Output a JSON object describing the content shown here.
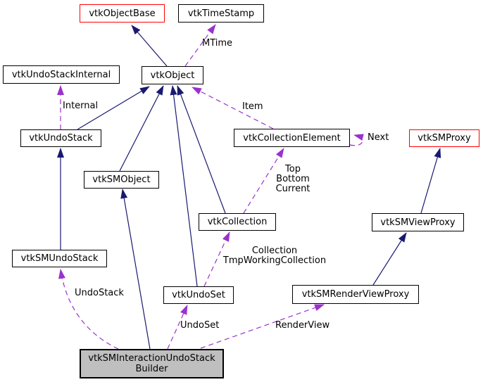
{
  "diagram": {
    "kind": "class-collaboration-graph",
    "focus_class": "vtkSMInteractionUndoStackBuilder"
  },
  "colors": {
    "inheritance_edge": "#191970",
    "usage_edge": "#9a32cd",
    "node_border": "#000000",
    "external_node_border": "#ff0000",
    "node_fill": "#ffffff",
    "focus_node_fill": "#bfbfbf"
  },
  "nodes": [
    {
      "id": "vtkObjectBase",
      "label": "vtkObjectBase",
      "style": "external"
    },
    {
      "id": "vtkTimeStamp",
      "label": "vtkTimeStamp",
      "style": "normal"
    },
    {
      "id": "vtkUndoStackInternal",
      "label": "vtkUndoStackInternal",
      "style": "normal"
    },
    {
      "id": "vtkObject",
      "label": "vtkObject",
      "style": "normal"
    },
    {
      "id": "vtkUndoStack",
      "label": "vtkUndoStack",
      "style": "normal"
    },
    {
      "id": "vtkCollectionElement",
      "label": "vtkCollectionElement",
      "style": "normal"
    },
    {
      "id": "vtkSMProxy",
      "label": "vtkSMProxy",
      "style": "external"
    },
    {
      "id": "vtkSMObject",
      "label": "vtkSMObject",
      "style": "normal"
    },
    {
      "id": "vtkCollection",
      "label": "vtkCollection",
      "style": "normal"
    },
    {
      "id": "vtkSMViewProxy",
      "label": "vtkSMViewProxy",
      "style": "normal"
    },
    {
      "id": "vtkSMUndoStack",
      "label": "vtkSMUndoStack",
      "style": "normal"
    },
    {
      "id": "vtkUndoSet",
      "label": "vtkUndoSet",
      "style": "normal"
    },
    {
      "id": "vtkSMRenderViewProxy",
      "label": "vtkSMRenderViewProxy",
      "style": "normal"
    },
    {
      "id": "vtkSMInteractionUndoStackBuilder",
      "label": "vtkSMInteractionUndoStack\nBuilder",
      "style": "focus"
    }
  ],
  "edges": [
    {
      "from": "vtkObject",
      "to": "vtkObjectBase",
      "relation": "inheritance",
      "label": ""
    },
    {
      "from": "vtkObject",
      "to": "vtkTimeStamp",
      "relation": "usage",
      "label": "MTime"
    },
    {
      "from": "vtkUndoStack",
      "to": "vtkUndoStackInternal",
      "relation": "usage",
      "label": "Internal"
    },
    {
      "from": "vtkUndoStack",
      "to": "vtkObject",
      "relation": "inheritance",
      "label": ""
    },
    {
      "from": "vtkSMObject",
      "to": "vtkObject",
      "relation": "inheritance",
      "label": ""
    },
    {
      "from": "vtkCollection",
      "to": "vtkObject",
      "relation": "inheritance",
      "label": ""
    },
    {
      "from": "vtkUndoSet",
      "to": "vtkObject",
      "relation": "inheritance",
      "label": ""
    },
    {
      "from": "vtkCollectionElement",
      "to": "vtkObject",
      "relation": "usage",
      "label": "Item"
    },
    {
      "from": "vtkCollectionElement",
      "to": "vtkCollectionElement",
      "relation": "usage",
      "label": "Next"
    },
    {
      "from": "vtkCollection",
      "to": "vtkCollectionElement",
      "relation": "usage",
      "label": "Top\nBottom\nCurrent"
    },
    {
      "from": "vtkUndoSet",
      "to": "vtkCollection",
      "relation": "usage",
      "label": "Collection\nTmpWorkingCollection"
    },
    {
      "from": "vtkSMUndoStack",
      "to": "vtkUndoStack",
      "relation": "inheritance",
      "label": ""
    },
    {
      "from": "vtkSMViewProxy",
      "to": "vtkSMProxy",
      "relation": "inheritance",
      "label": ""
    },
    {
      "from": "vtkSMRenderViewProxy",
      "to": "vtkSMViewProxy",
      "relation": "inheritance",
      "label": ""
    },
    {
      "from": "vtkSMInteractionUndoStackBuilder",
      "to": "vtkSMObject",
      "relation": "inheritance",
      "label": ""
    },
    {
      "from": "vtkSMInteractionUndoStackBuilder",
      "to": "vtkSMUndoStack",
      "relation": "usage",
      "label": "UndoStack"
    },
    {
      "from": "vtkSMInteractionUndoStackBuilder",
      "to": "vtkUndoSet",
      "relation": "usage",
      "label": "UndoSet"
    },
    {
      "from": "vtkSMInteractionUndoStackBuilder",
      "to": "vtkSMRenderViewProxy",
      "relation": "usage",
      "label": "RenderView"
    }
  ]
}
